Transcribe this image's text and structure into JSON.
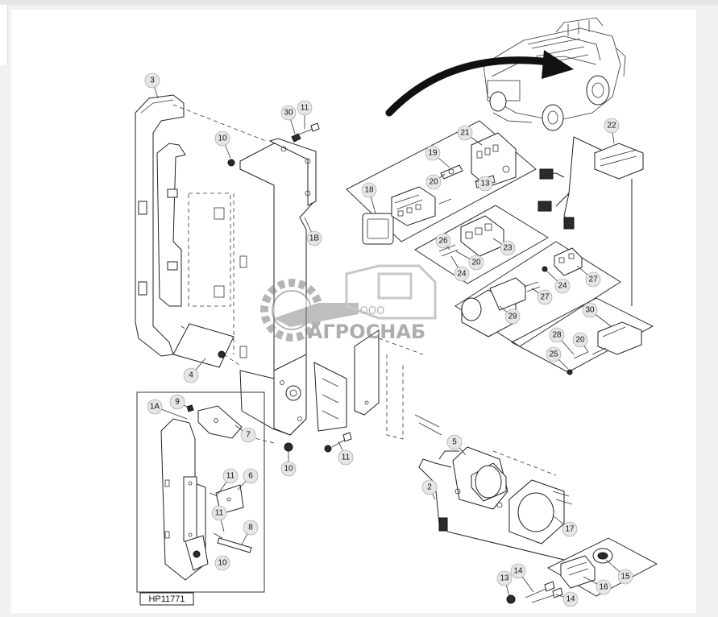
{
  "figure_id": "HP11771",
  "watermark": {
    "company_prefix": "ООО",
    "company_name": "АГРОСНАБ"
  },
  "callouts": [
    "1A",
    "1B",
    "2",
    "3",
    "4",
    "5",
    "6",
    "7",
    "8",
    "9",
    "10",
    "10",
    "10",
    "10",
    "11",
    "11",
    "11",
    "11",
    "13",
    "13",
    "14",
    "14",
    "15",
    "16",
    "17",
    "18",
    "19",
    "20",
    "20",
    "20",
    "21",
    "22",
    "23",
    "24",
    "24",
    "25",
    "26",
    "27",
    "27",
    "28",
    "29",
    "30",
    "30"
  ],
  "colors": {
    "line": "#222222",
    "callout_fill": "#e6e6e6",
    "watermark": "#7a7a7a"
  }
}
